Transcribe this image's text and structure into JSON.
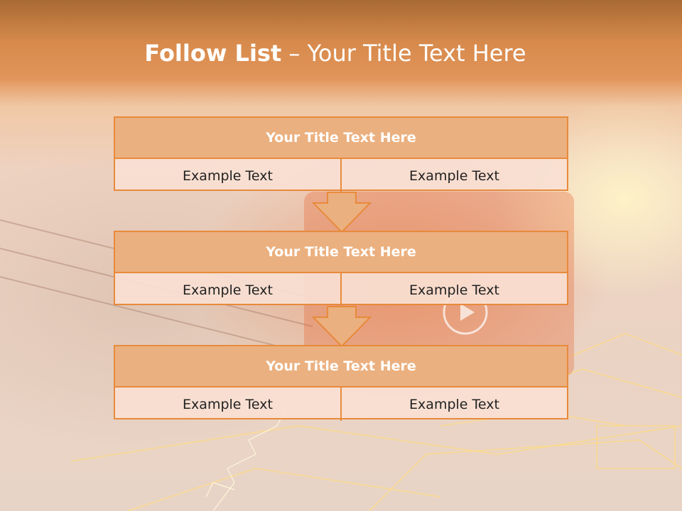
{
  "slide": {
    "title_bold": "Follow List",
    "title_separator": " – ",
    "title_rest": "Your Title Text Here"
  },
  "steps": [
    {
      "title": "Your Title Text Here",
      "left": "Example Text",
      "right": "Example Text"
    },
    {
      "title": "Your Title Text Here",
      "left": "Example Text",
      "right": "Example Text"
    },
    {
      "title": "Your Title Text Here",
      "left": "Example Text",
      "right": "Example Text"
    }
  ],
  "colors": {
    "accent": "#e88a3c",
    "header_fill": "#ebb07f",
    "cell_fill": "#f8dfd2",
    "title_text": "#ffffff",
    "body_text": "#222222"
  }
}
